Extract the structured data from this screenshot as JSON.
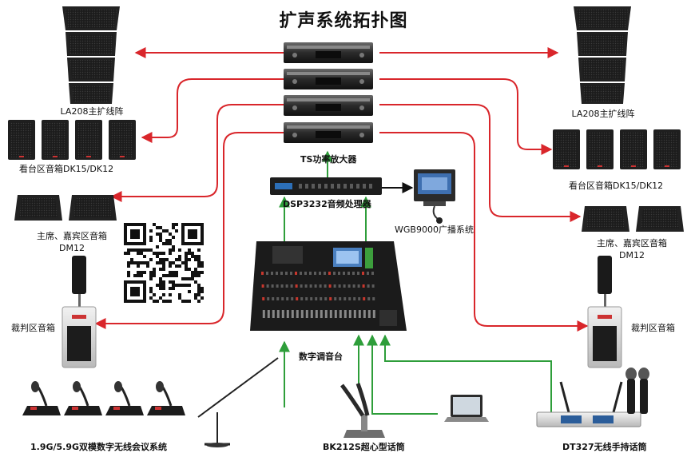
{
  "title": "扩声系统拓扑图",
  "labels": {
    "la208_left": "LA208主扩线阵",
    "la208_right": "LA208主扩线阵",
    "stand_left": "看台区音箱DK15/DK12",
    "stand_right": "看台区音箱DK15/DK12",
    "vip_left_1": "主席、嘉宾区音箱",
    "vip_left_2": "DM12",
    "vip_right_1": "主席、嘉宾区音箱",
    "vip_right_2": "DM12",
    "referee_left": "裁判区音箱",
    "referee_right": "裁判区音箱",
    "amp": "TS功率放大器",
    "dsp": "DSP3232音频处理器",
    "broadcast": "WGB9000广播系统",
    "mixer": "数字调音台",
    "conference": "1.9G/5.9G双模数字无线会议系统",
    "gooseneck": "BK212S超心型话筒",
    "wireless": "DT327无线手持话筒"
  },
  "colors": {
    "signal_out": "#d9262b",
    "signal_in": "#2e9e3a",
    "broadcast_link": "#111111"
  },
  "icons": {
    "line_array": "line-array-speaker-icon",
    "cabinet": "cabinet-speaker-icon",
    "monitor": "floor-monitor-speaker-icon",
    "column": "column-speaker-icon",
    "amplifier": "power-amplifier-icon",
    "dsp": "dsp-processor-icon",
    "broadcast": "broadcast-station-icon",
    "mixer": "digital-mixer-icon",
    "qr": "qr-code-icon",
    "conference_mic": "conference-microphone-icon",
    "boom_mic": "boom-stand-microphone-icon",
    "gooseneck_mic": "gooseneck-microphone-icon",
    "laptop": "laptop-icon",
    "wireless_receiver": "wireless-receiver-icon"
  }
}
